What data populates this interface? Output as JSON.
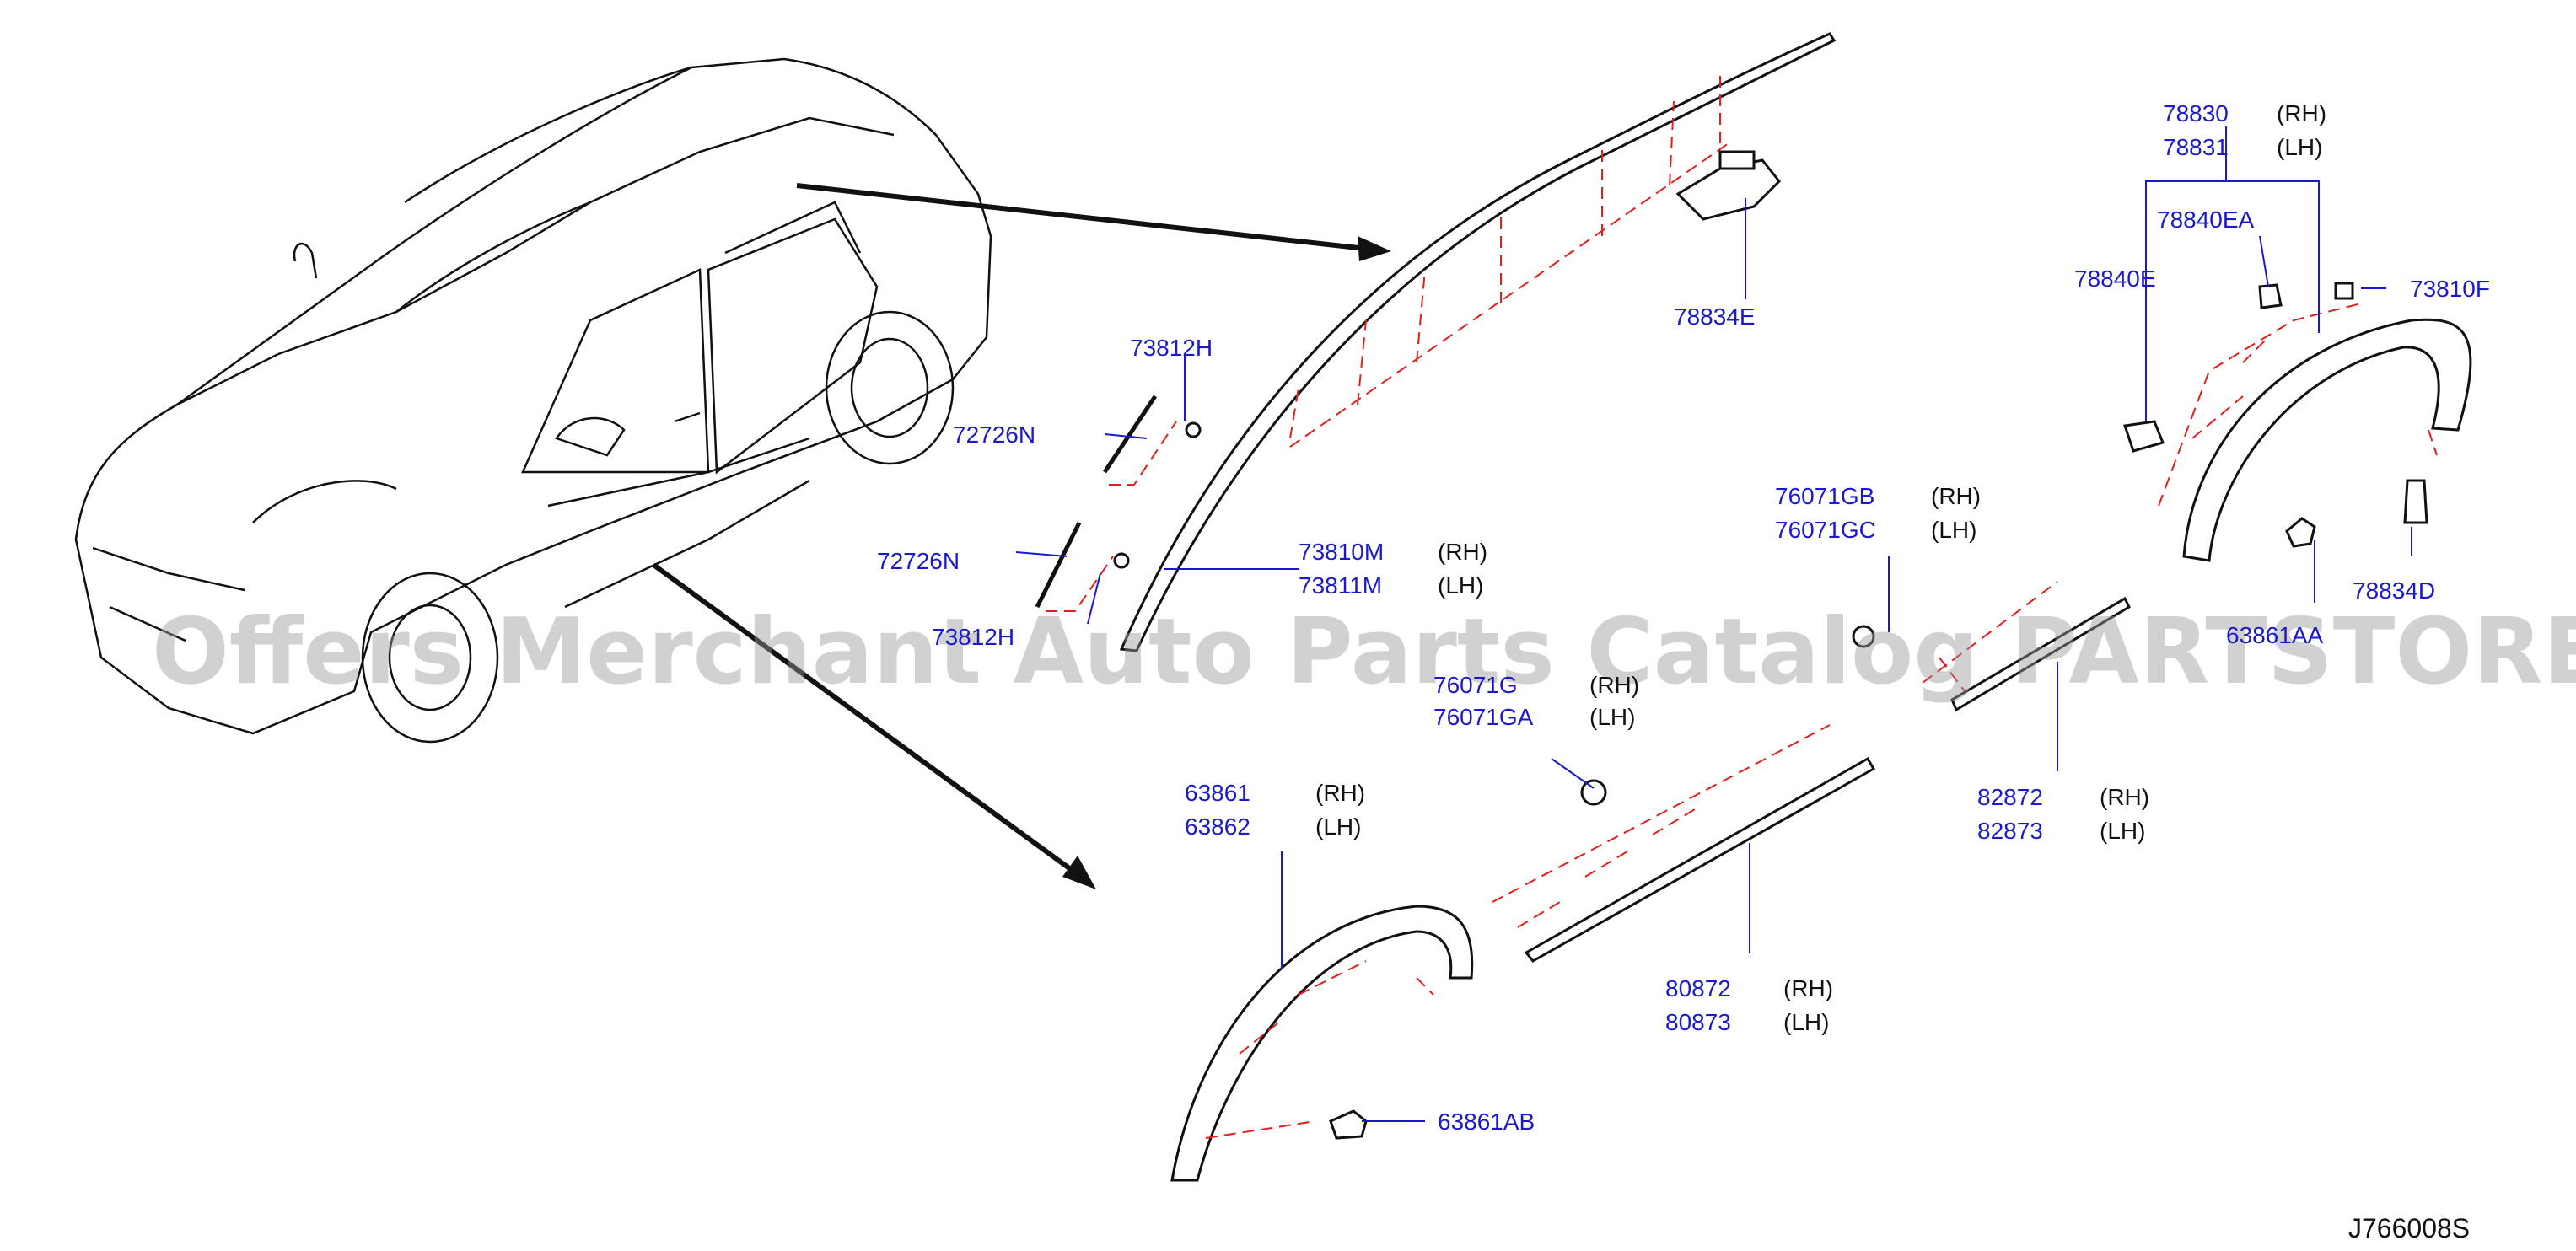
{
  "watermark": "Offers Merchant Auto Parts Catalog PARTSTORE.SA",
  "diagram_code": "J766008S",
  "labels": [
    {
      "id": "78830",
      "pn": "78830",
      "side": "(RH)"
    },
    {
      "id": "78831",
      "pn": "78831",
      "side": "(LH)"
    },
    {
      "id": "78840EA",
      "pn": "78840EA",
      "side": ""
    },
    {
      "id": "78840E",
      "pn": "78840E",
      "side": ""
    },
    {
      "id": "73810F",
      "pn": "73810F",
      "side": ""
    },
    {
      "id": "78834E",
      "pn": "78834E",
      "side": ""
    },
    {
      "id": "73812H_top",
      "pn": "73812H",
      "side": ""
    },
    {
      "id": "72726N_top",
      "pn": "72726N",
      "side": ""
    },
    {
      "id": "72726N_mid",
      "pn": "72726N",
      "side": ""
    },
    {
      "id": "73812H_bot",
      "pn": "73812H",
      "side": ""
    },
    {
      "id": "73810M",
      "pn": "73810M",
      "side": "(RH)"
    },
    {
      "id": "73811M",
      "pn": "73811M",
      "side": "(LH)"
    },
    {
      "id": "76071GB",
      "pn": "76071GB",
      "side": "(RH)"
    },
    {
      "id": "76071GC",
      "pn": "76071GC",
      "side": "(LH)"
    },
    {
      "id": "78834D",
      "pn": "78834D",
      "side": ""
    },
    {
      "id": "63861AA",
      "pn": "63861AA",
      "side": ""
    },
    {
      "id": "76071G",
      "pn": "76071G",
      "side": "(RH)"
    },
    {
      "id": "76071GA",
      "pn": "76071GA",
      "side": "(LH)"
    },
    {
      "id": "82872",
      "pn": "82872",
      "side": "(RH)"
    },
    {
      "id": "82873",
      "pn": "82873",
      "side": "(LH)"
    },
    {
      "id": "63861",
      "pn": "63861",
      "side": "(RH)"
    },
    {
      "id": "63862",
      "pn": "63862",
      "side": "(LH)"
    },
    {
      "id": "80872",
      "pn": "80872",
      "side": "(RH)"
    },
    {
      "id": "80873",
      "pn": "80873",
      "side": "(LH)"
    },
    {
      "id": "63861AB",
      "pn": "63861AB",
      "side": ""
    }
  ],
  "colors": {
    "part_number": "#1a1acc",
    "leader": "#1a1acc",
    "phantom": "#e0201c",
    "line": "#111111"
  }
}
